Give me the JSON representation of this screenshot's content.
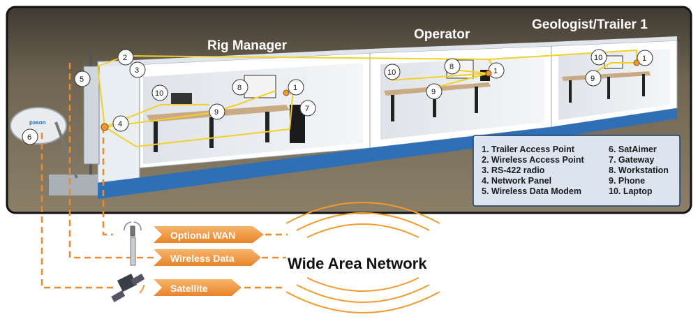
{
  "trailers": [
    {
      "title": "Rig Manager"
    },
    {
      "title": "Operator"
    },
    {
      "title": "Geologist/Trailer 1"
    }
  ],
  "dish_logo": "pason",
  "callouts": {
    "c1": "1",
    "c2": "2",
    "c3": "3",
    "c4": "4",
    "c5": "5",
    "c6": "6",
    "c7": "7",
    "c8": "8",
    "c9": "9",
    "c10": "10"
  },
  "legend": {
    "left": [
      "1. Trailer Access Point",
      "2. Wireless Access Point",
      "3. RS-422 radio",
      "4. Network Panel",
      "5. Wireless Data Modem"
    ],
    "right": [
      "6. SatAimer",
      "7. Gateway",
      "8. Workstation",
      "9. Phone",
      "10. Laptop"
    ]
  },
  "links": [
    {
      "label": "Optional WAN",
      "icon": "cell-tower-icon"
    },
    {
      "label": "Wireless Data",
      "icon": "antenna-icon"
    },
    {
      "label": "Satellite",
      "icon": "satellite-icon"
    }
  ],
  "network_label": "Wide Area Network",
  "colors": {
    "link_orange": "#ee8a2a",
    "cable_yellow": "#f2d02a",
    "trailer_base": "#2e6fb5",
    "legend_bg": "#dbe4ef",
    "wifi_arc": "#f29a2e"
  }
}
